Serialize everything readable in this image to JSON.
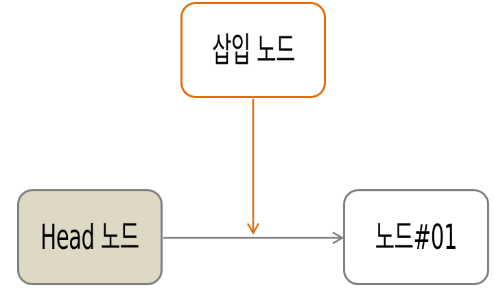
{
  "nodes": {
    "insert": {
      "label": "삽입 노드"
    },
    "head": {
      "label": "Head 노드"
    },
    "node01": {
      "label": "노드#01"
    }
  },
  "colors": {
    "insert_border": "#e36c09",
    "insert_arrow": "#e36c09",
    "head_fill": "#ddd9c4",
    "node_border": "#7f7f7f",
    "link_arrow": "#7f7f7f",
    "text": "#000000",
    "background": "#ffffff"
  }
}
